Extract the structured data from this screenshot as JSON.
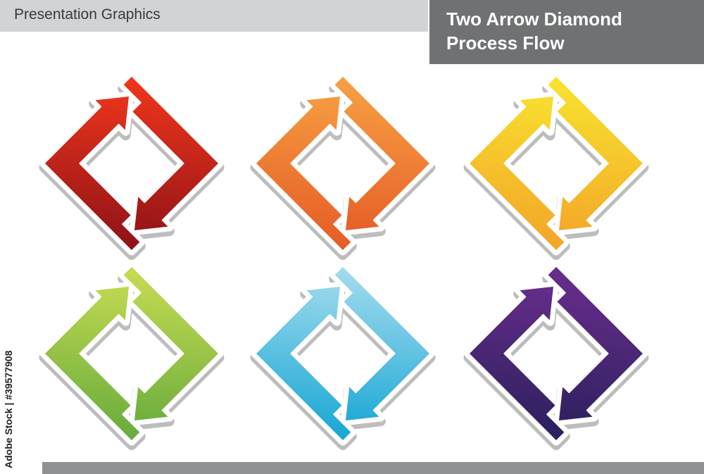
{
  "header": {
    "left_title": "Presentation Graphics",
    "right_title_line1": "Two Arrow Diamond",
    "right_title_line2": "Process Flow"
  },
  "watermark": {
    "stock_label": "Adobe Stock",
    "separator": "|",
    "stock_id": "#39577908"
  },
  "diagrams": [
    {
      "name": "red",
      "color_light": "#f2361c",
      "color_dark": "#8e1217"
    },
    {
      "name": "orange",
      "color_light": "#f7a244",
      "color_dark": "#e55a25"
    },
    {
      "name": "yellow",
      "color_light": "#f8e430",
      "color_dark": "#f3a428"
    },
    {
      "name": "green",
      "color_light": "#c8dc52",
      "color_dark": "#67ab3c"
    },
    {
      "name": "blue",
      "color_light": "#a6dcee",
      "color_dark": "#15a6d4"
    },
    {
      "name": "purple",
      "color_light": "#6a2e8e",
      "color_dark": "#2b1f5c"
    }
  ]
}
